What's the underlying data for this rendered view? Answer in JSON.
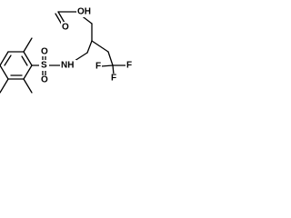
{
  "structure": {
    "atoms": {
      "carboxyl_oh": "OH",
      "carboxyl_o": "O",
      "amine_nh": "NH",
      "sulfonyl_s": "S",
      "sulfonyl_o_upper": "O",
      "sulfonyl_o_lower": "O",
      "fluorine_1": "F",
      "fluorine_2": "F",
      "fluorine_3": "F"
    }
  }
}
